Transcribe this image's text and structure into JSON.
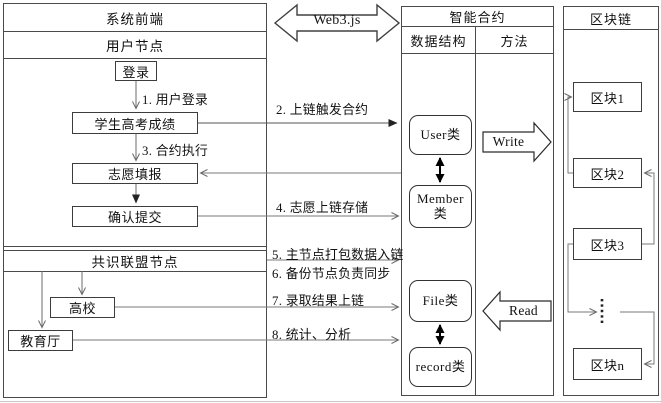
{
  "panels": {
    "frontend": {
      "title": "系统前端",
      "user_node": {
        "title": "用户节点",
        "login": "登录",
        "score": "学生高考成绩",
        "apply": "志愿填报",
        "submit": "确认提交"
      },
      "consensus": {
        "title": "共识联盟节点",
        "university": "高校",
        "bureau": "教育厅"
      }
    },
    "contract": {
      "title": "智能合约",
      "col_data": "数据结构",
      "col_method": "方法",
      "user_class": "User类",
      "member_class": "Member类",
      "file_class": "File类",
      "record_class": "record类",
      "write_label": "Write",
      "read_label": "Read"
    },
    "blockchain": {
      "title": "区块链",
      "blocks": [
        "区块1",
        "区块2",
        "区块3",
        "区块n"
      ]
    }
  },
  "connector": {
    "web3": "Web3.js"
  },
  "flow_labels": {
    "f1": "1. 用户登录",
    "f2": "2. 上链触发合约",
    "f3": "3. 合约执行",
    "f4": "4. 志愿上链存储",
    "f5": "5. 主节点打包数据入链",
    "f6": "6. 备份节点负责同步",
    "f7": "7. 录取结果上链",
    "f8": "8. 统计、分析"
  },
  "colors": {
    "line": "#6b6b6b",
    "border": "#4a4a4a",
    "text": "#111111",
    "bg": "#ffffff"
  }
}
